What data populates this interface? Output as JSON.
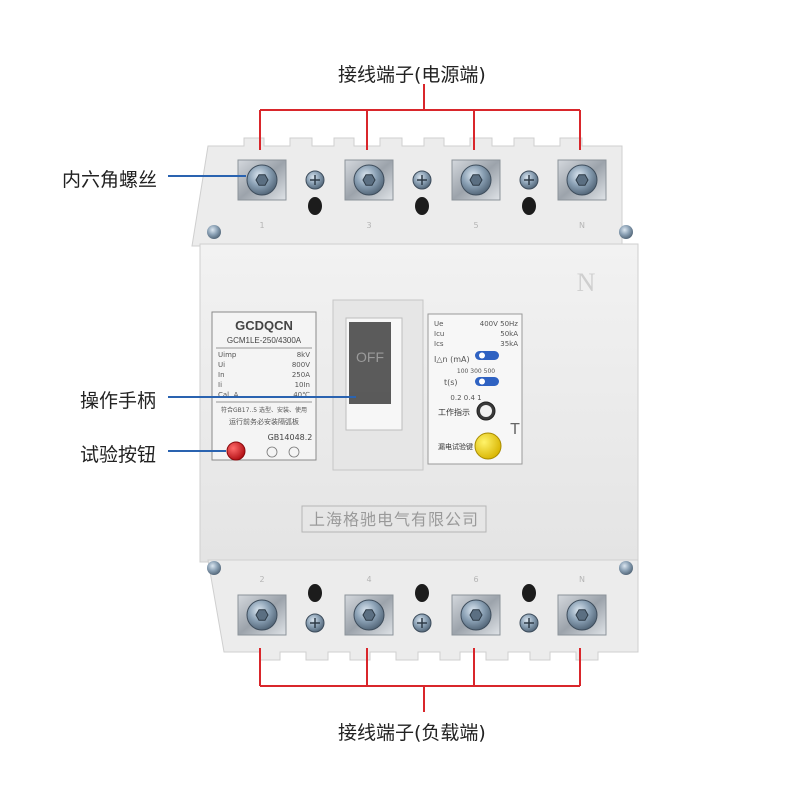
{
  "callouts": {
    "top_terminal": "接线端子(电源端)",
    "hex_screw": "内六角螺丝",
    "handle": "操作手柄",
    "test_button": "试验按钮",
    "bottom_terminal": "接线端子(负载端)"
  },
  "colors": {
    "bracket_red": "#d9262b",
    "pointer_blue": "#2a63b0",
    "body": "#ebebeb",
    "test_button": "#d4141c",
    "leakage_button": "#f5d80f"
  },
  "device": {
    "brand": "GCDQCN",
    "model": "GCM1LE-250/4300A",
    "ratings_left": [
      {
        "k": "Uimp",
        "v": "8kV"
      },
      {
        "k": "Ui",
        "v": "800V"
      },
      {
        "k": "In",
        "v": "250A"
      },
      {
        "k": "Ii",
        "v": "10In"
      },
      {
        "k": "Cal. A",
        "v": "40℃"
      }
    ],
    "warn1": "符合GB17..5 选型、安装、使用",
    "warn2": "运行前务必安装隔弧板",
    "standard": "GB14048.2",
    "handle_label": "OFF",
    "right_ratings": [
      {
        "k": "Ue",
        "v": "400V 50Hz"
      },
      {
        "k": "Icu",
        "v": "50kA"
      },
      {
        "k": "Ics",
        "v": "35kA"
      }
    ],
    "idn_label": "I△n (mA)",
    "idn_values": "100 300 500",
    "ts_label": "t(s)",
    "ts_values": "0.2 0.4 1",
    "work_indicator": "工作指示",
    "leak_test": "漏电试验键",
    "t_mark": "T",
    "n_mark": "N",
    "company": "上海格驰电气有限公司",
    "top_poles": [
      "1",
      "3",
      "5",
      "N"
    ],
    "bottom_poles": [
      "2",
      "4",
      "6",
      "N"
    ]
  }
}
